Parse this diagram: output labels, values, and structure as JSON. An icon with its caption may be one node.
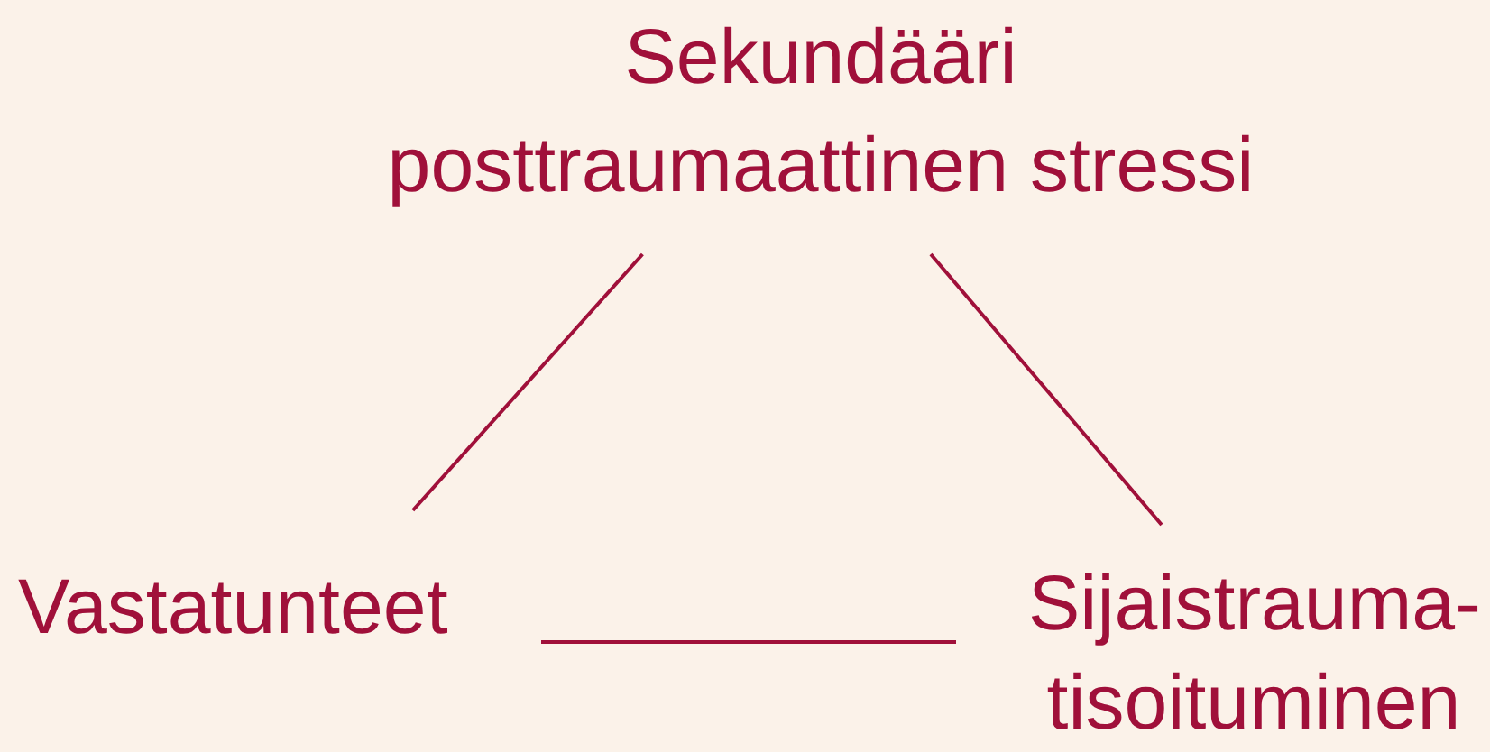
{
  "diagram": {
    "nodes": [
      {
        "text": [
          "Sekundääri posttraumaattinen stressi"
        ]
      },
      {
        "text": [
          "Vastatunteet"
        ]
      },
      {
        "text": [
          "Sijaistrauma- tisoituminen"
        ]
      }
    ],
    "edges": [
      {
        "from": 0,
        "to": 1,
        "arrow": "none"
      },
      {
        "from": 0,
        "to": 2,
        "arrow": "none"
      },
      {
        "from": 1,
        "to": 2,
        "arrow": "none"
      }
    ]
  }
}
